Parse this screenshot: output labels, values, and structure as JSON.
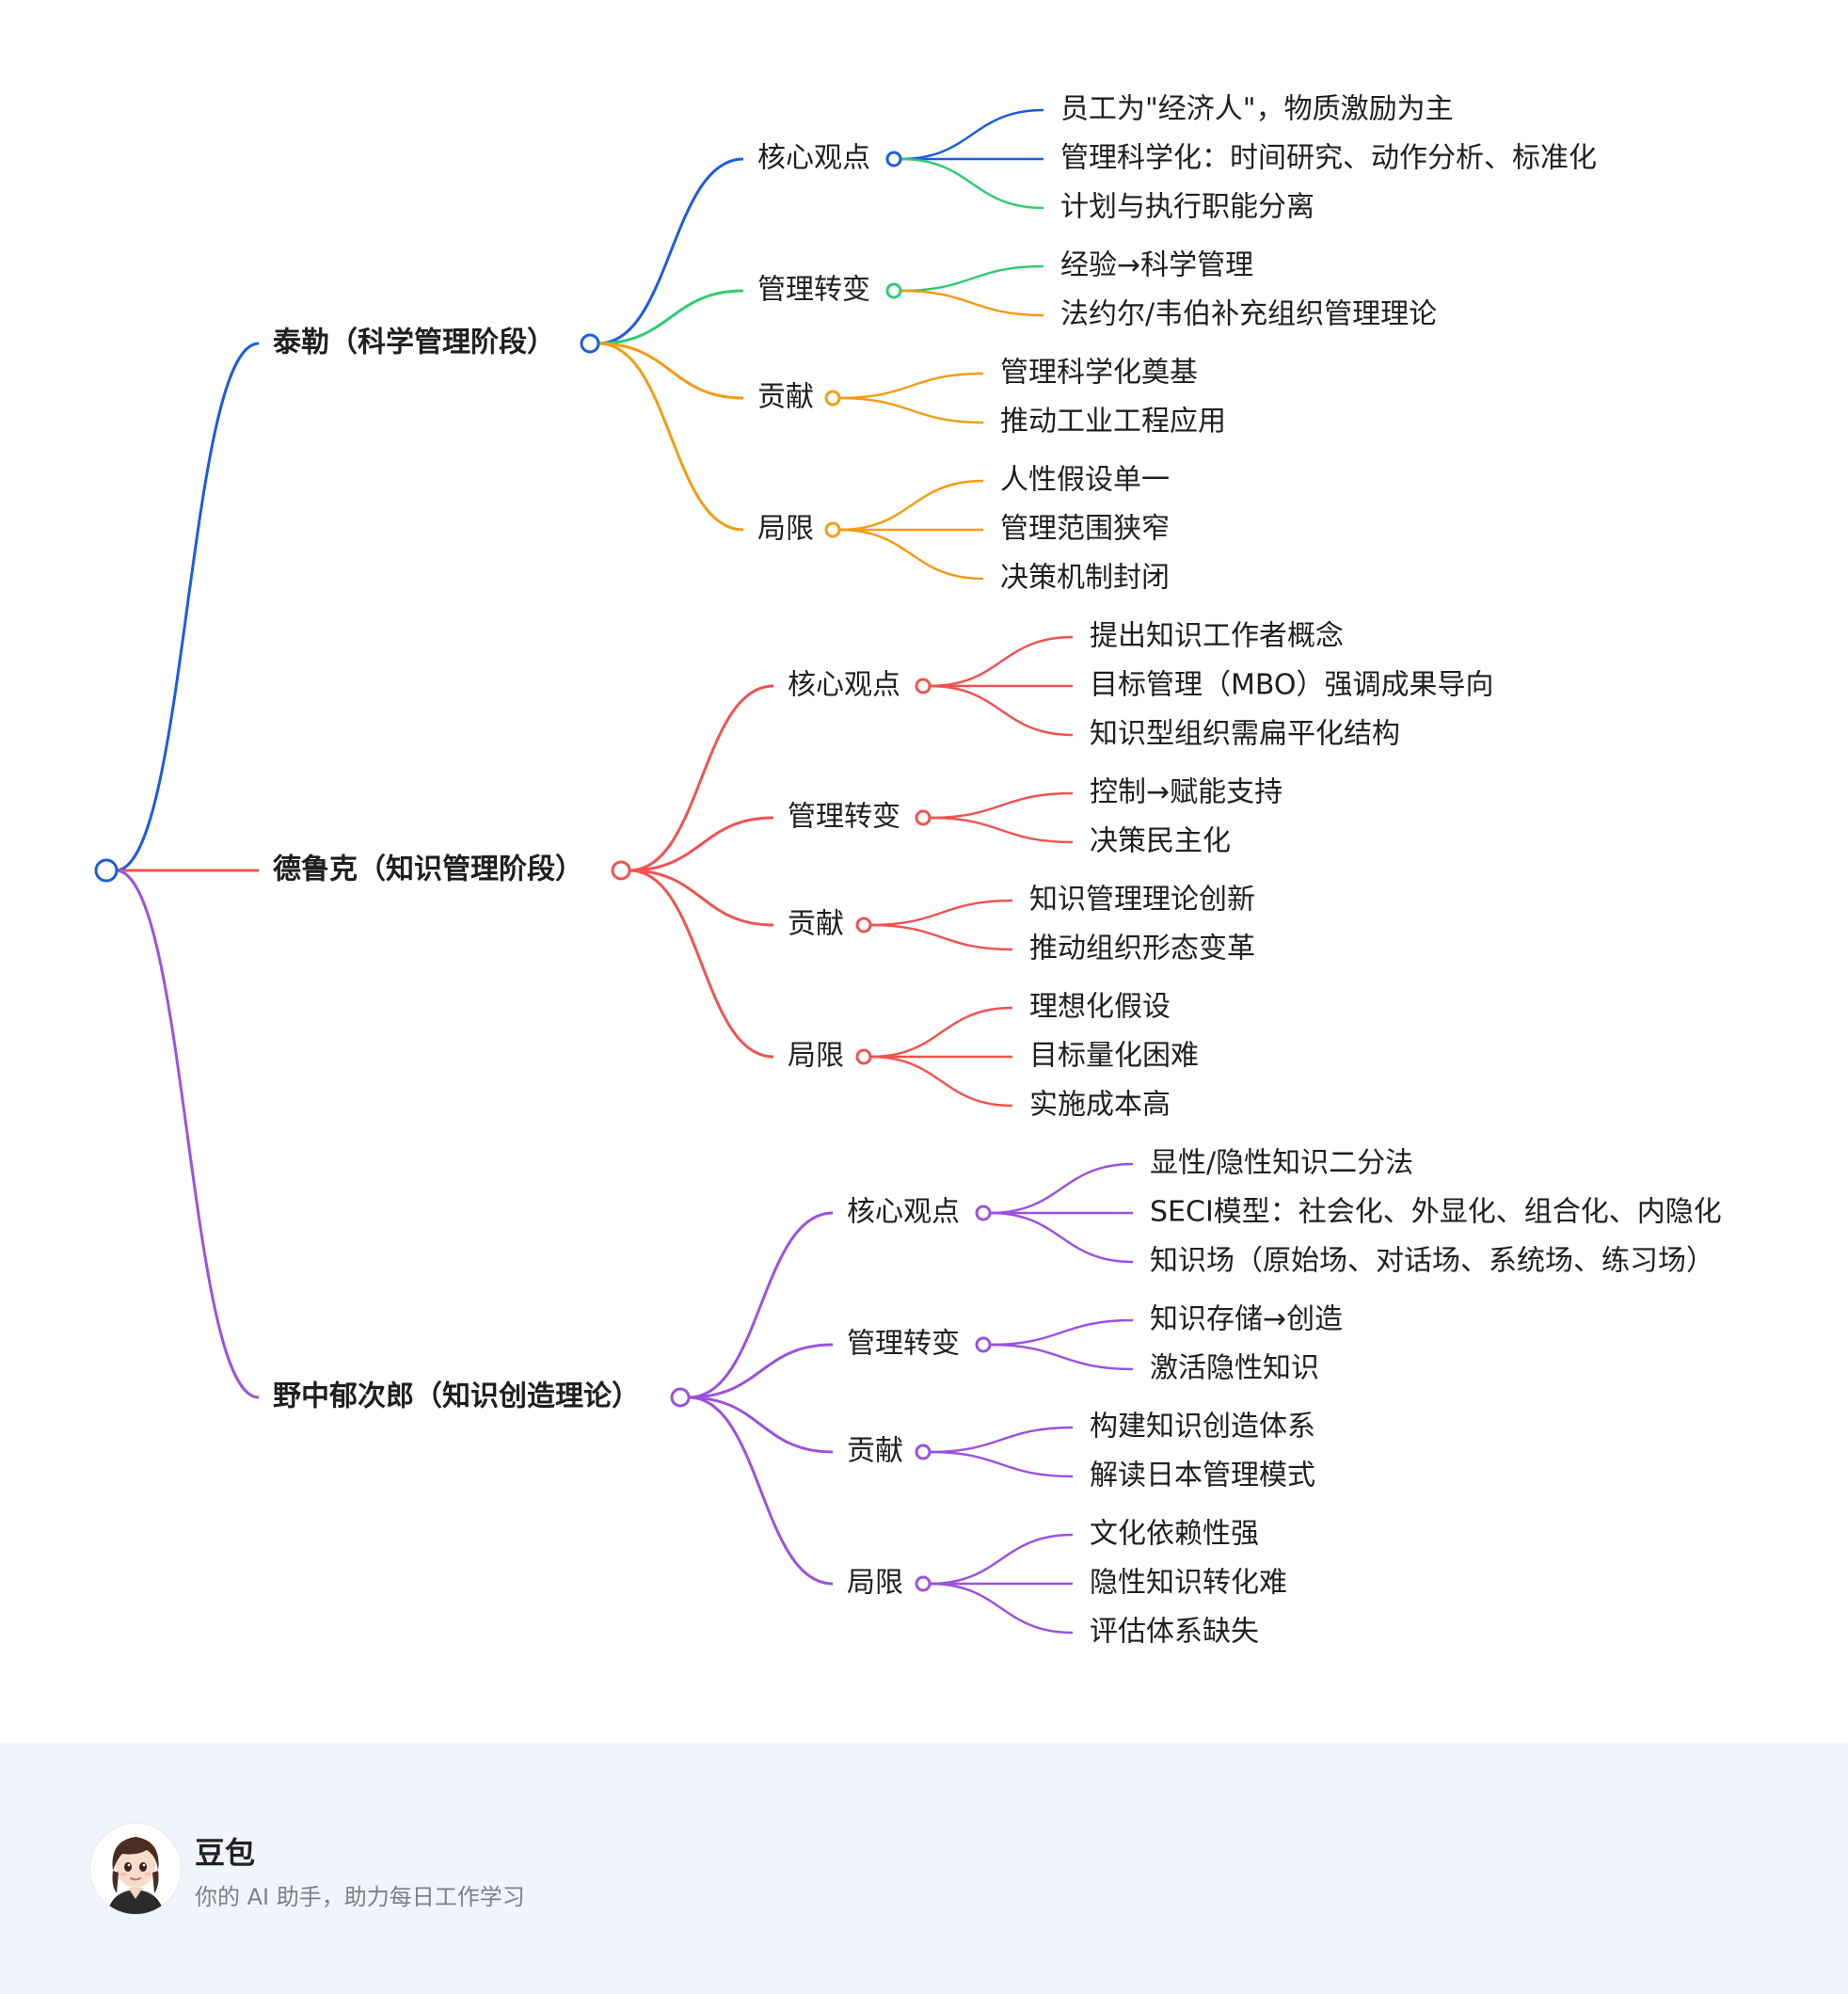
{
  "colors": {
    "blue": "#1c5ce3",
    "green": "#2ecc71",
    "orange": "#f39c12",
    "red": "#ef5350",
    "purple": "#9b51e0"
  },
  "mindmap": {
    "branches": [
      {
        "label": "泰勒（科学管理阶段）",
        "children": [
          {
            "label": "核心观点",
            "children": [
              "员工为\"经济人\"，物质激励为主",
              "管理科学化：时间研究、动作分析、标准化",
              "计划与执行职能分离"
            ]
          },
          {
            "label": "管理转变",
            "children": [
              "经验→科学管理",
              "法约尔/韦伯补充组织管理理论"
            ]
          },
          {
            "label": "贡献",
            "children": [
              "管理科学化奠基",
              "推动工业工程应用"
            ]
          },
          {
            "label": "局限",
            "children": [
              "人性假设单一",
              "管理范围狭窄",
              "决策机制封闭"
            ]
          }
        ]
      },
      {
        "label": "德鲁克（知识管理阶段）",
        "children": [
          {
            "label": "核心观点",
            "children": [
              "提出知识工作者概念",
              "目标管理（MBO）强调成果导向",
              "知识型组织需扁平化结构"
            ]
          },
          {
            "label": "管理转变",
            "children": [
              "控制→赋能支持",
              "决策民主化"
            ]
          },
          {
            "label": "贡献",
            "children": [
              "知识管理理论创新",
              "推动组织形态变革"
            ]
          },
          {
            "label": "局限",
            "children": [
              "理想化假设",
              "目标量化困难",
              "实施成本高"
            ]
          }
        ]
      },
      {
        "label": "野中郁次郎（知识创造理论）",
        "children": [
          {
            "label": "核心观点",
            "children": [
              "显性/隐性知识二分法",
              "SECI模型：社会化、外显化、组合化、内隐化",
              "知识场（原始场、对话场、系统场、练习场）"
            ]
          },
          {
            "label": "管理转变",
            "children": [
              "知识存储→创造",
              "激活隐性知识"
            ]
          },
          {
            "label": "贡献",
            "children": [
              "构建知识创造体系",
              "解读日本管理模式"
            ]
          },
          {
            "label": "局限",
            "children": [
              "文化依赖性强",
              "隐性知识转化难",
              "评估体系缺失"
            ]
          }
        ]
      }
    ]
  },
  "footer": {
    "brand": "豆包",
    "slogan": "你的 AI 助手，助力每日工作学习"
  }
}
